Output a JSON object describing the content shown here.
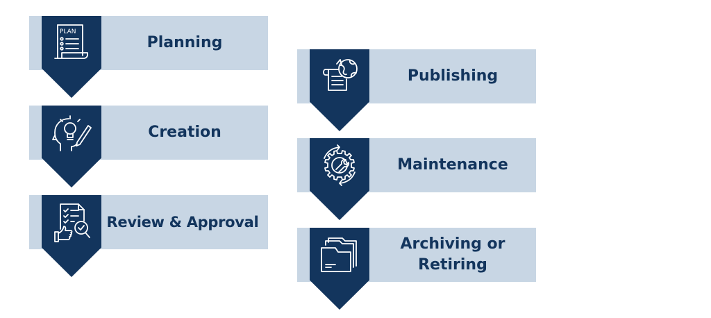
{
  "colors": {
    "bar": "#c8d6e4",
    "badge": "#13355d",
    "icon": "#ffffff",
    "background": "#ffffff"
  },
  "steps": [
    {
      "label": "Planning",
      "icon": "plan-scroll-icon",
      "icon_text": "PLAN"
    },
    {
      "label": "Creation",
      "icon": "idea-head-icon"
    },
    {
      "label": "Review & Approval",
      "icon": "checklist-approval-icon"
    },
    {
      "label": "Publishing",
      "icon": "globe-document-icon"
    },
    {
      "label": "Maintenance",
      "icon": "gear-wrench-icon"
    },
    {
      "label": "Archiving or\nRetiring",
      "icon": "archive-folder-icon"
    }
  ]
}
